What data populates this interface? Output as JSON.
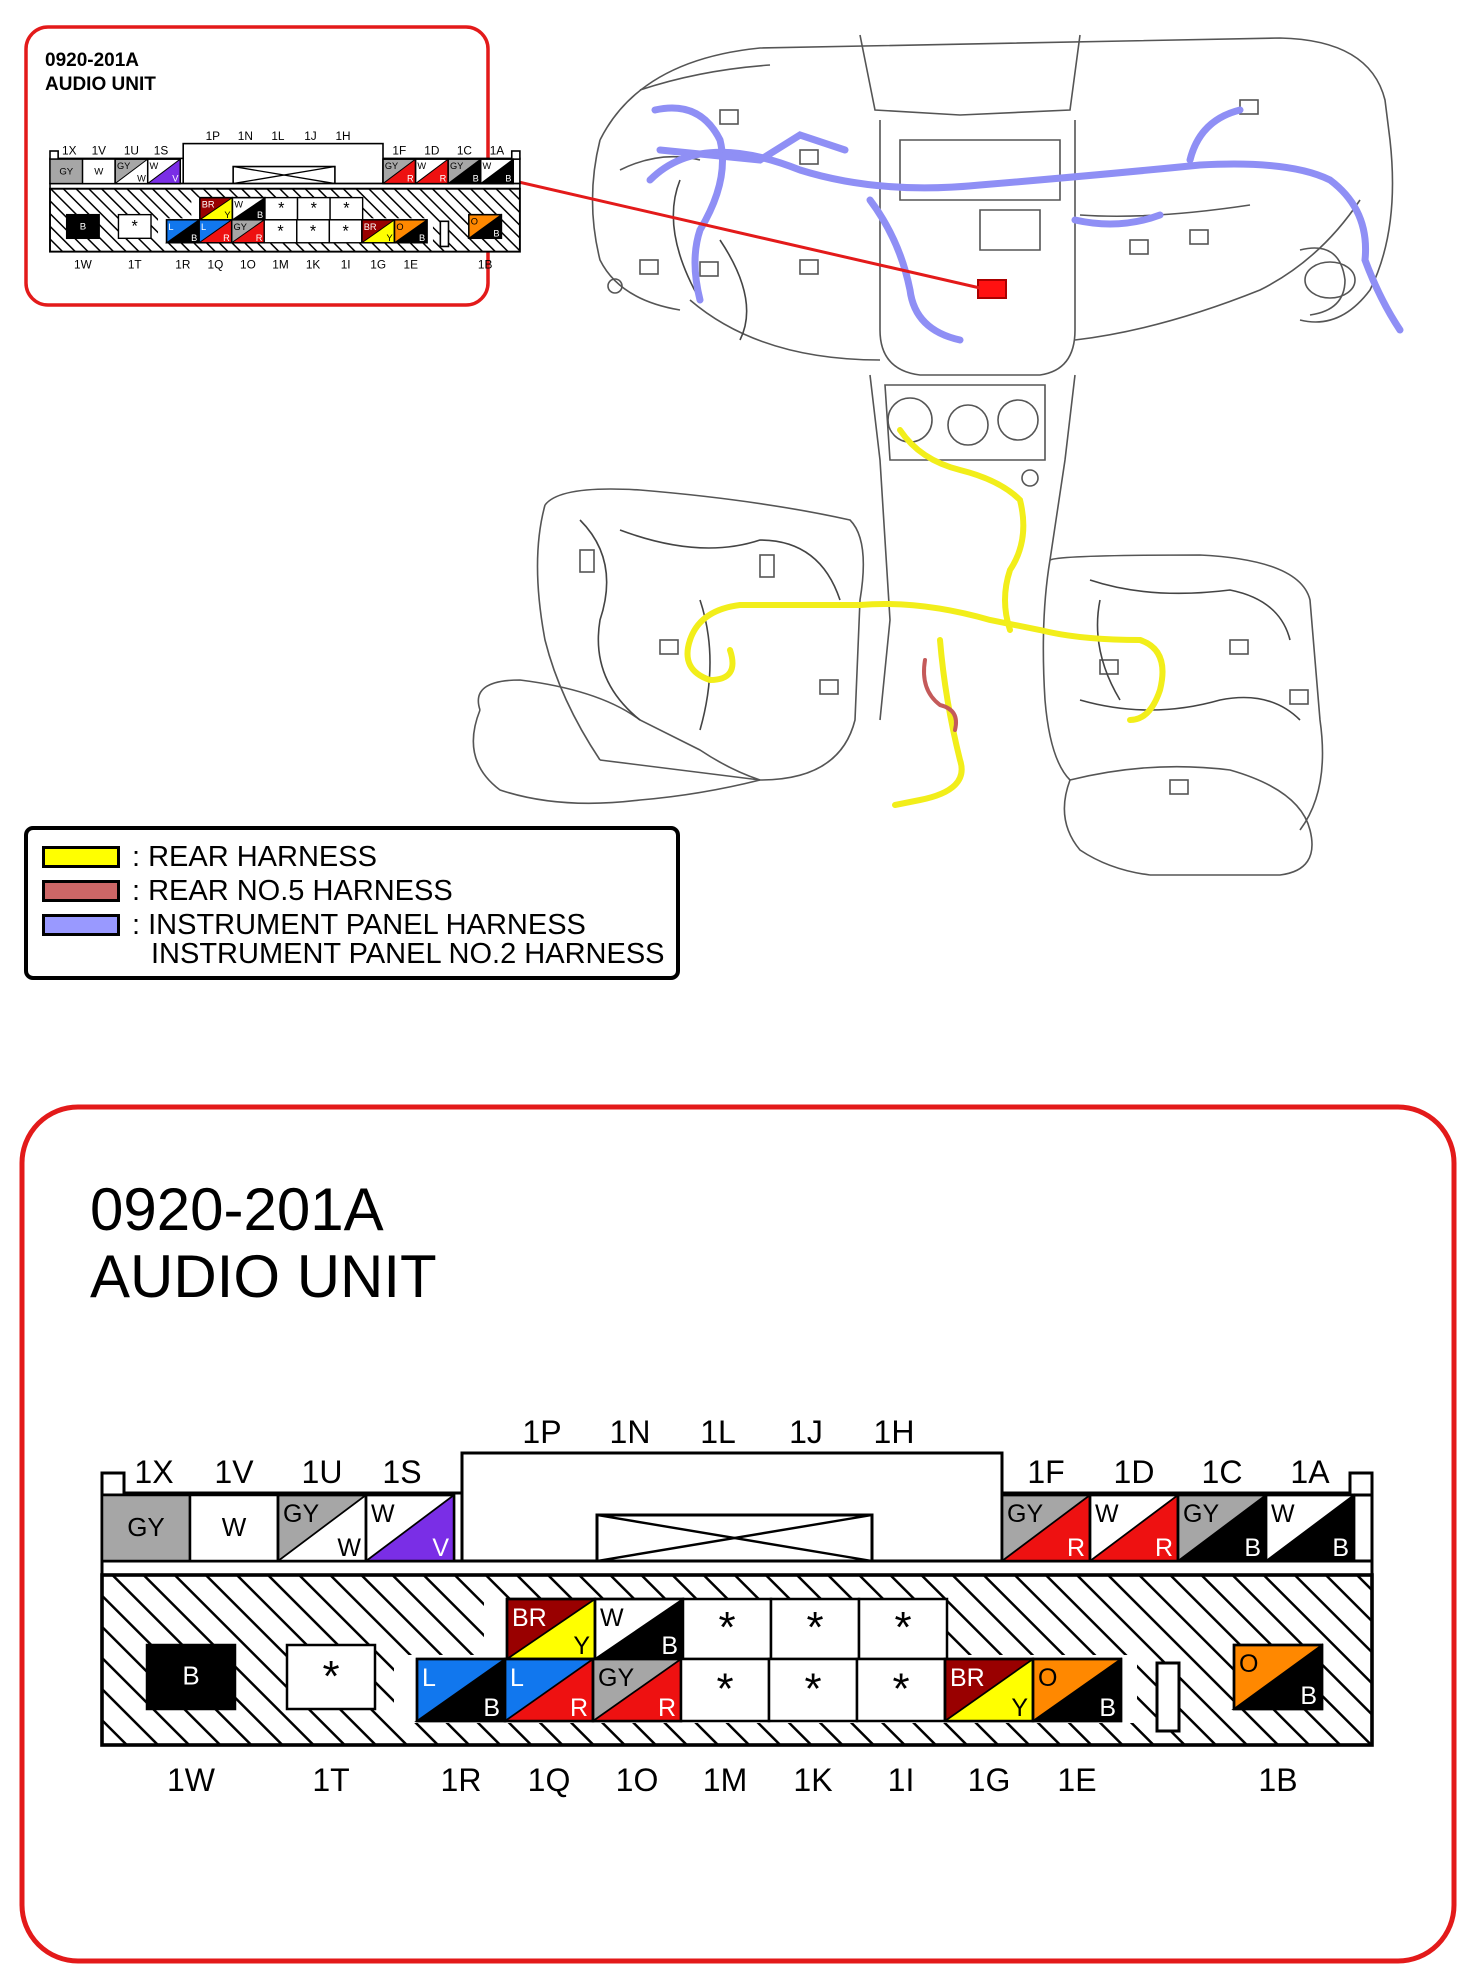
{
  "thumbnail": {
    "part_number": "0920-201A",
    "name": "AUDIO UNIT"
  },
  "detail": {
    "part_number": "0920-201A",
    "name": "AUDIO UNIT"
  },
  "legend": {
    "items": [
      {
        "label": ": REAR HARNESS",
        "color": "#ffff00"
      },
      {
        "label": ": REAR NO.5 HARNESS",
        "color": "#cc6666"
      },
      {
        "label": ": INSTRUMENT PANEL HARNESS",
        "color": "#9999ff"
      }
    ],
    "continuation": "INSTRUMENT PANEL NO.2 HARNESS"
  },
  "connector": {
    "top_labels": [
      "1X",
      "1V",
      "1U",
      "1S",
      "1P",
      "1N",
      "1L",
      "1J",
      "1H",
      "1F",
      "1D",
      "1C",
      "1A"
    ],
    "bottom_labels": [
      "1W",
      "1T",
      "1R",
      "1Q",
      "1O",
      "1M",
      "1K",
      "1I",
      "1G",
      "1E",
      "1B"
    ],
    "top_pins": [
      {
        "pin": "1X",
        "c1": "GY"
      },
      {
        "pin": "1V",
        "c1": "W"
      },
      {
        "pin": "1U",
        "c1": "GY",
        "c2": "W"
      },
      {
        "pin": "1S",
        "c1": "W",
        "c2": "V"
      },
      {
        "pin": "1F",
        "c1": "GY",
        "c2": "R"
      },
      {
        "pin": "1D",
        "c1": "W",
        "c2": "R"
      },
      {
        "pin": "1C",
        "c1": "GY",
        "c2": "B"
      },
      {
        "pin": "1A",
        "c1": "W",
        "c2": "B"
      }
    ],
    "upper_row": [
      {
        "c1": "BR",
        "c2": "Y"
      },
      {
        "c1": "W",
        "c2": "B"
      },
      {
        "c1": "*"
      },
      {
        "c1": "*"
      },
      {
        "c1": "*"
      }
    ],
    "lower_row": [
      {
        "pin": "1R",
        "c1": "L",
        "c2": "B"
      },
      {
        "pin": "1Q",
        "c1": "L",
        "c2": "R"
      },
      {
        "pin": "1O",
        "c1": "GY",
        "c2": "R"
      },
      {
        "pin": "1M",
        "c1": "*"
      },
      {
        "pin": "1K",
        "c1": "*"
      },
      {
        "pin": "1I",
        "c1": "*"
      },
      {
        "pin": "1G",
        "c1": "BR",
        "c2": "Y"
      },
      {
        "pin": "1E",
        "c1": "O",
        "c2": "B"
      }
    ],
    "single_pins": [
      {
        "pin": "1W",
        "c1": "B"
      },
      {
        "pin": "1T",
        "c1": "*"
      },
      {
        "pin": "1B",
        "c1": "O",
        "c2": "B"
      }
    ]
  },
  "wire_colors": {
    "GY": "#a6a6a6",
    "W": "#ffffff",
    "V": "#7a2ee6",
    "R": "#ee1111",
    "B": "#000000",
    "BR": "#990000",
    "Y": "#ffff00",
    "L": "#1177ee",
    "O": "#ff8800"
  },
  "accent_color": "#e31a1a"
}
